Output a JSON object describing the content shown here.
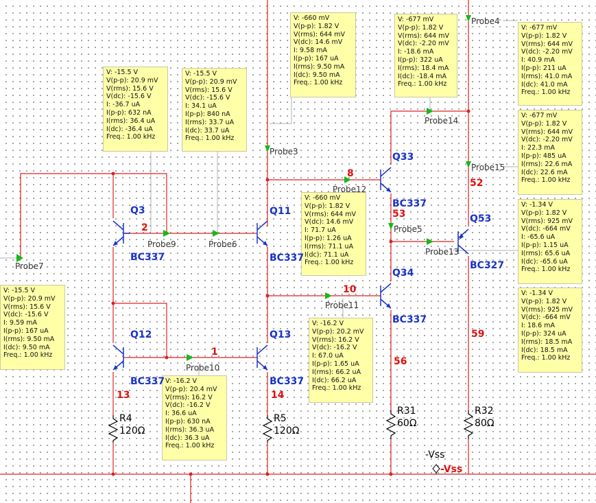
{
  "probes": [
    {
      "id": "probe3",
      "label": "Probe3",
      "readings": [
        "V: -660 mV",
        "V(p-p): 1.82 V",
        "V(rms): 644 mV",
        "V(dc): 14.6 mV",
        "I: 9.58 mA",
        "I(p-p): 167 uA",
        "I(rms): 9.50 mA",
        "I(dc): 9.50 mA",
        "Freq.: 1.00 kHz"
      ]
    },
    {
      "id": "probe14",
      "label": "Probe14",
      "readings": [
        "V: -677 mV",
        "V(p-p): 1.82 V",
        "V(rms): 644 mV",
        "V(dc): -2.20 mV",
        "I: -18.6 mA",
        "I(p-p): 322 uA",
        "I(rms): 18.4 mA",
        "I(dc): -18.4 mA",
        "Freq.: 1.00 kHz"
      ]
    },
    {
      "id": "probe4",
      "label": "Probe4",
      "readings": [
        "V: -677 mV",
        "V(p-p): 1.82 V",
        "V(rms): 644 mV",
        "V(dc): -2.20 mV",
        "I: 40.9 mA",
        "I(p-p): 211 uA",
        "I(rms): 41.0 mA",
        "I(dc): 41.0 mA",
        "Freq.: 1.00 kHz"
      ]
    },
    {
      "id": "probe9",
      "label": "Probe9",
      "readings": [
        "V: -15.5 V",
        "V(p-p): 20.9 mV",
        "V(rms): 15.6 V",
        "V(dc): -15.6 V",
        "I: -36.7 uA",
        "I(p-p): 632 nA",
        "I(rms): 36.4 uA",
        "I(dc): -36.4 uA",
        "Freq.: 1.00 kHz"
      ]
    },
    {
      "id": "probe6",
      "label": "Probe6",
      "readings": [
        "V: -15.5 V",
        "V(p-p): 20.9 mV",
        "V(rms): 15.6 V",
        "V(dc): -15.6 V",
        "I: 34.1 uA",
        "I(p-p): 840 nA",
        "I(rms): 33.7 uA",
        "I(dc): 33.7 uA",
        "Freq.: 1.00 kHz"
      ]
    },
    {
      "id": "probe15",
      "label": "Probe15",
      "readings": [
        "V: -677 mV",
        "V(p-p): 1.82 V",
        "V(rms): 644 mV",
        "V(dc): -2.20 mV",
        "I: 22.3 mA",
        "I(p-p): 485 uA",
        "I(rms): 22.6 mA",
        "I(dc): 22.6 mA",
        "Freq.: 1.00 kHz"
      ]
    },
    {
      "id": "probe12",
      "label": "Probe12",
      "readings": [
        "V: -660 mV",
        "V(p-p): 1.82 V",
        "V(rms): 644 mV",
        "V(dc): 14.6 mV",
        "I: 71.7 uA",
        "I(p-p): 1.26 uA",
        "I(rms): 71.1 uA",
        "I(dc): 71.1 uA",
        "Freq.: 1.00 kHz"
      ]
    },
    {
      "id": "probe13",
      "label": "Probe13",
      "readings": [
        "V: -1.34 V",
        "V(p-p): 1.82 V",
        "V(rms): 925 mV",
        "V(dc): -664 mV",
        "I: -65.6 uA",
        "I(p-p): 1.15 uA",
        "I(rms): 65.6 uA",
        "I(dc): -65.6 uA",
        "Freq.: 1.00 kHz"
      ]
    },
    {
      "id": "probe7",
      "label": "Probe7",
      "readings": [
        "V: -15.5 V",
        "V(p-p): 20.9 mV",
        "V(rms): 15.6 V",
        "V(dc): -15.6 V",
        "I: 9.59 mA",
        "I(p-p): 167 uA",
        "I(rms): 9.50 mA",
        "I(dc): 9.50 mA",
        "Freq.: 1.00 kHz"
      ]
    },
    {
      "id": "probe11",
      "label": "Probe11",
      "readings": [
        "V: -16.2 V",
        "V(p-p): 20.2 mV",
        "V(rms): 16.2 V",
        "V(dc): -16.2 V",
        "I: 67.0 uA",
        "I(p-p): 1.65 uA",
        "I(rms): 66.2 uA",
        "I(dc): 66.2 uA",
        "Freq.: 1.00 kHz"
      ]
    },
    {
      "id": "probe5",
      "label": "Probe5",
      "readings": [
        "V: -1.34 V",
        "V(p-p): 1.82 V",
        "V(rms): 925 mV",
        "V(dc): -664 mV",
        "I: 18.6 mA",
        "I(p-p): 324 uA",
        "I(rms): 18.5 mA",
        "I(dc): 18.5 mA",
        "Freq.: 1.00 kHz"
      ]
    },
    {
      "id": "probe10",
      "label": "Probe10",
      "readings": [
        "V: -16.2 V",
        "V(p-p): 20.4 mV",
        "V(rms): 16.2 V",
        "V(dc): -16.2 V",
        "I: 36.6 uA",
        "I(p-p): 630 nA",
        "I(rms): 36.3 uA",
        "I(dc): 36.3 uA",
        "Freq.: 1.00 kHz"
      ]
    }
  ],
  "transistors": [
    {
      "id": "q3",
      "name": "Q3",
      "model": "BC337"
    },
    {
      "id": "q11",
      "name": "Q11",
      "model": "BC337"
    },
    {
      "id": "q12",
      "name": "Q12",
      "model": "BC337"
    },
    {
      "id": "q13",
      "name": "Q13",
      "model": "BC337"
    },
    {
      "id": "q33",
      "name": "Q33",
      "model": "BC337"
    },
    {
      "id": "q34",
      "name": "Q34",
      "model": "BC337"
    },
    {
      "id": "q53",
      "name": "Q53",
      "model": "BC327"
    }
  ],
  "resistors": [
    {
      "id": "r4",
      "name": "R4",
      "value": "120Ω"
    },
    {
      "id": "r5",
      "name": "R5",
      "value": "120Ω"
    },
    {
      "id": "r31",
      "name": "R31",
      "value": "60Ω"
    },
    {
      "id": "r32",
      "name": "R32",
      "value": "80Ω"
    }
  ],
  "nodes": [
    "2",
    "1",
    "8",
    "53",
    "10",
    "52",
    "59",
    "56",
    "13",
    "14"
  ],
  "supply": {
    "name": "-Vss",
    "port_label": "-Vss"
  },
  "colors": {
    "wire": "#e02020",
    "transistor": "#1a33c8",
    "probe_arrow": "#18b818",
    "probe_box": "#ffffa8",
    "node_label": "#e01010"
  }
}
